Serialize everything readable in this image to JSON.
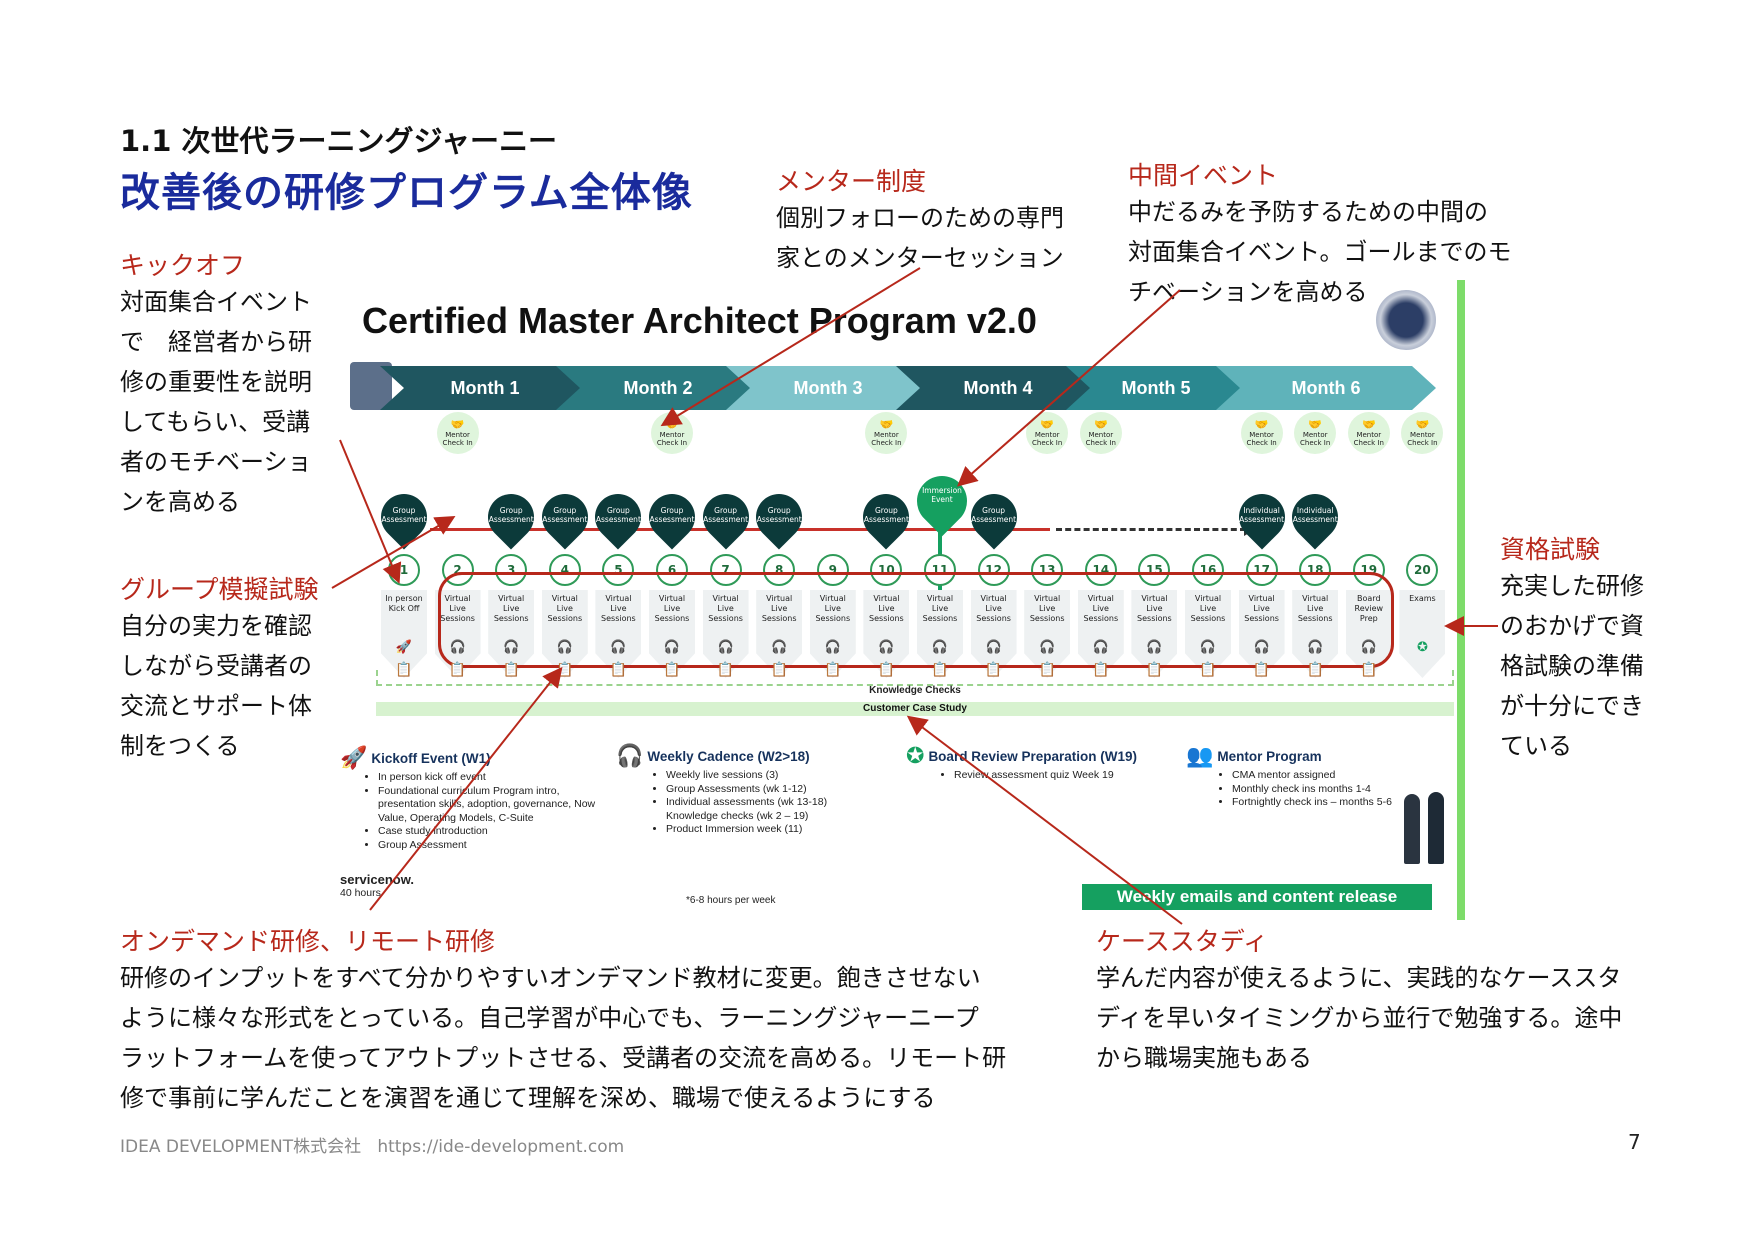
{
  "header": {
    "subtitle": "1.1 次世代ラーニングジャーニー",
    "title": "改善後の研修プログラム全体像"
  },
  "annotations": {
    "kickoff": {
      "title": "キックオフ",
      "lines": [
        "対面集合イベント",
        "で　経営者から研",
        "修の重要性を説明",
        "してもらい、受講",
        "者のモチベーショ",
        "ンを高める"
      ]
    },
    "group": {
      "title": "グループ模擬試験",
      "lines": [
        "自分の実力を確認",
        "しながら受講者の",
        "交流とサポート体",
        "制をつくる"
      ]
    },
    "mentor": {
      "title": "メンター制度",
      "lines": [
        "個別フォローのための専門",
        "家とのメンターセッション"
      ]
    },
    "midevent": {
      "title": "中間イベント",
      "lines": [
        "中だるみを予防するための中間の",
        "対面集合イベント。ゴールまでのモ",
        "チベーションを高める"
      ]
    },
    "exam": {
      "title": "資格試験",
      "lines": [
        "充実した研修",
        "のおかげで資",
        "格試験の準備",
        "が十分にでき",
        "ている"
      ]
    },
    "ondemand": {
      "title": "オンデマンド研修、リモート研修",
      "lines": [
        "研修のインプットをすべて分かりやすいオンデマンド教材に変更。飽きさせない",
        "ように様々な形式をとっている。自己学習が中心でも、ラーニングジャーニープ",
        "ラットフォームを使ってアウトプットさせる、受講者の交流を高める。リモート研",
        "修で事前に学んだことを演習を通じて理解を深め、職場で使えるようにする"
      ]
    },
    "casestudy": {
      "title": "ケーススタディ",
      "lines": [
        "学んだ内容が使えるように、実践的なケーススタ",
        "ディを早いタイミングから並行で勉強する。途中",
        "から職場実施もある"
      ]
    }
  },
  "program": {
    "title": "Certified Master Architect Program v2.0",
    "months": [
      "Month 1",
      "Month 2",
      "Month 3",
      "Month 4",
      "Month 5",
      "Month 6"
    ],
    "month_colors": [
      "#1f5660",
      "#2a7a80",
      "#7fc4cb",
      "#1f5660",
      "#2a8890",
      "#5fb3ba"
    ],
    "mentor_label": [
      "Mentor",
      "Check In"
    ],
    "mentor_weeks": [
      2,
      6,
      10,
      13,
      14,
      17,
      18,
      19,
      20
    ],
    "group_label": [
      "Group",
      "Assessment"
    ],
    "individual_label": [
      "Individual",
      "Assessment"
    ],
    "immersion_label": [
      "Immersion",
      "Event"
    ],
    "group_weeks": [
      1,
      3,
      4,
      5,
      6,
      7,
      8,
      10,
      12
    ],
    "individual_weeks": [
      17,
      18
    ],
    "immersion_week": 11,
    "weeks": [
      "1",
      "2",
      "3",
      "4",
      "5",
      "6",
      "7",
      "8",
      "9",
      "10",
      "11",
      "12",
      "13",
      "14",
      "15",
      "16",
      "17",
      "18",
      "19",
      "20"
    ],
    "sessions": [
      [
        "In person",
        "Kick Off"
      ],
      [
        "Virtual",
        "Live",
        "Sessions"
      ],
      [
        "Virtual",
        "Live",
        "Sessions"
      ],
      [
        "Virtual",
        "Live",
        "Sessions"
      ],
      [
        "Virtual",
        "Live",
        "Sessions"
      ],
      [
        "Virtual",
        "Live",
        "Sessions"
      ],
      [
        "Virtual",
        "Live",
        "Sessions"
      ],
      [
        "Virtual",
        "Live",
        "Sessions"
      ],
      [
        "Virtual",
        "Live",
        "Sessions"
      ],
      [
        "Virtual",
        "Live",
        "Sessions"
      ],
      [
        "Virtual",
        "Live",
        "Sessions"
      ],
      [
        "Virtual",
        "Live",
        "Sessions"
      ],
      [
        "Virtual",
        "Live",
        "Sessions"
      ],
      [
        "Virtual",
        "Live",
        "Sessions"
      ],
      [
        "Virtual",
        "Live",
        "Sessions"
      ],
      [
        "Virtual",
        "Live",
        "Sessions"
      ],
      [
        "Virtual",
        "Live",
        "Sessions"
      ],
      [
        "Virtual",
        "Live",
        "Sessions"
      ],
      [
        "Board",
        "Review",
        "Prep"
      ],
      [
        "Exams"
      ]
    ],
    "knowledge_checks": "Knowledge Checks",
    "case_study": "Customer Case Study"
  },
  "sections": {
    "kickoff": {
      "title": "Kickoff Event (W1)",
      "items": [
        "In person kick off event",
        "Foundational curriculum Program intro, presentation skills, adoption, governance, Now Value, Operating Models, C-Suite",
        "Case study introduction",
        "Group Assessment"
      ],
      "brand": "servicenow.",
      "hours": "40 hours"
    },
    "weekly": {
      "title": "Weekly Cadence (W2>18)",
      "items": [
        "Weekly live sessions (3)",
        "Group Assessments (wk 1-12)",
        "Individual assessments (wk 13-18) Knowledge checks (wk 2 – 19)",
        "Product Immersion week (11)"
      ],
      "note": "*6-8 hours per week"
    },
    "board": {
      "title": "Board Review Preparation (W19)",
      "items": [
        "Review assessment quiz Week 19"
      ]
    },
    "mentor": {
      "title": "Mentor Program",
      "items": [
        "CMA mentor assigned",
        "Monthly check ins months 1-4",
        "Fortnightly check ins – months 5-6"
      ]
    }
  },
  "weekly_emails": "Weekly emails and content release",
  "footer": {
    "company": "IDEA DEVELOPMENT株式会社",
    "url": "https://ide-development.com",
    "page": "7"
  },
  "colors": {
    "accent_red": "#b7281b",
    "title_blue": "#1a2b9c",
    "green": "#15a060",
    "pin_dark": "#0c3a3a"
  }
}
